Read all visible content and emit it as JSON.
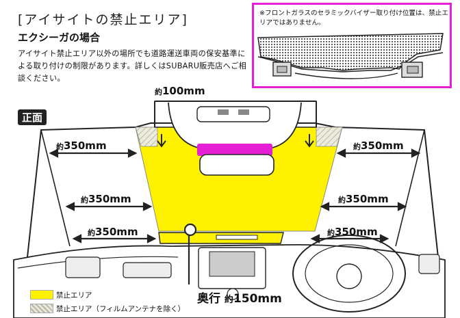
{
  "header": {
    "title": "[アイサイトの禁止エリア]",
    "subtitle": "エクシーガの場合",
    "description": "アイサイト禁止エリア以外の場所でも道路運送車両の保安基準による取り付けの制限があります。詳しくはSUBARU販売店へご相談ください。"
  },
  "note": {
    "text": "※フロントガラスのセラミックバイザー取り付け位置は、禁止エリアではありません。"
  },
  "view_label": "正面",
  "dimensions": {
    "top_prefix": "約",
    "top_value": "100mm",
    "left_upper_prefix": "約",
    "left_upper_value": "350mm",
    "left_middle_prefix": "約",
    "left_middle_value": "350mm",
    "left_lower_prefix": "約",
    "left_lower_value": "350mm",
    "right_upper_prefix": "約",
    "right_upper_value": "350mm",
    "right_middle_prefix": "約",
    "right_middle_value": "350mm",
    "right_lower_prefix": "約",
    "right_lower_value": "350mm"
  },
  "depth": {
    "label": "奥行",
    "prefix": "約",
    "value": "150mm"
  },
  "legend": {
    "items": [
      {
        "label": "禁止エリア",
        "color": "#fff200"
      },
      {
        "label": "禁止エリア（フィルムアンテナを除く）",
        "color": "#d9d9c9"
      }
    ]
  },
  "colors": {
    "prohibited": "#fff200",
    "accent": "#e51fd6",
    "line": "#222222"
  }
}
